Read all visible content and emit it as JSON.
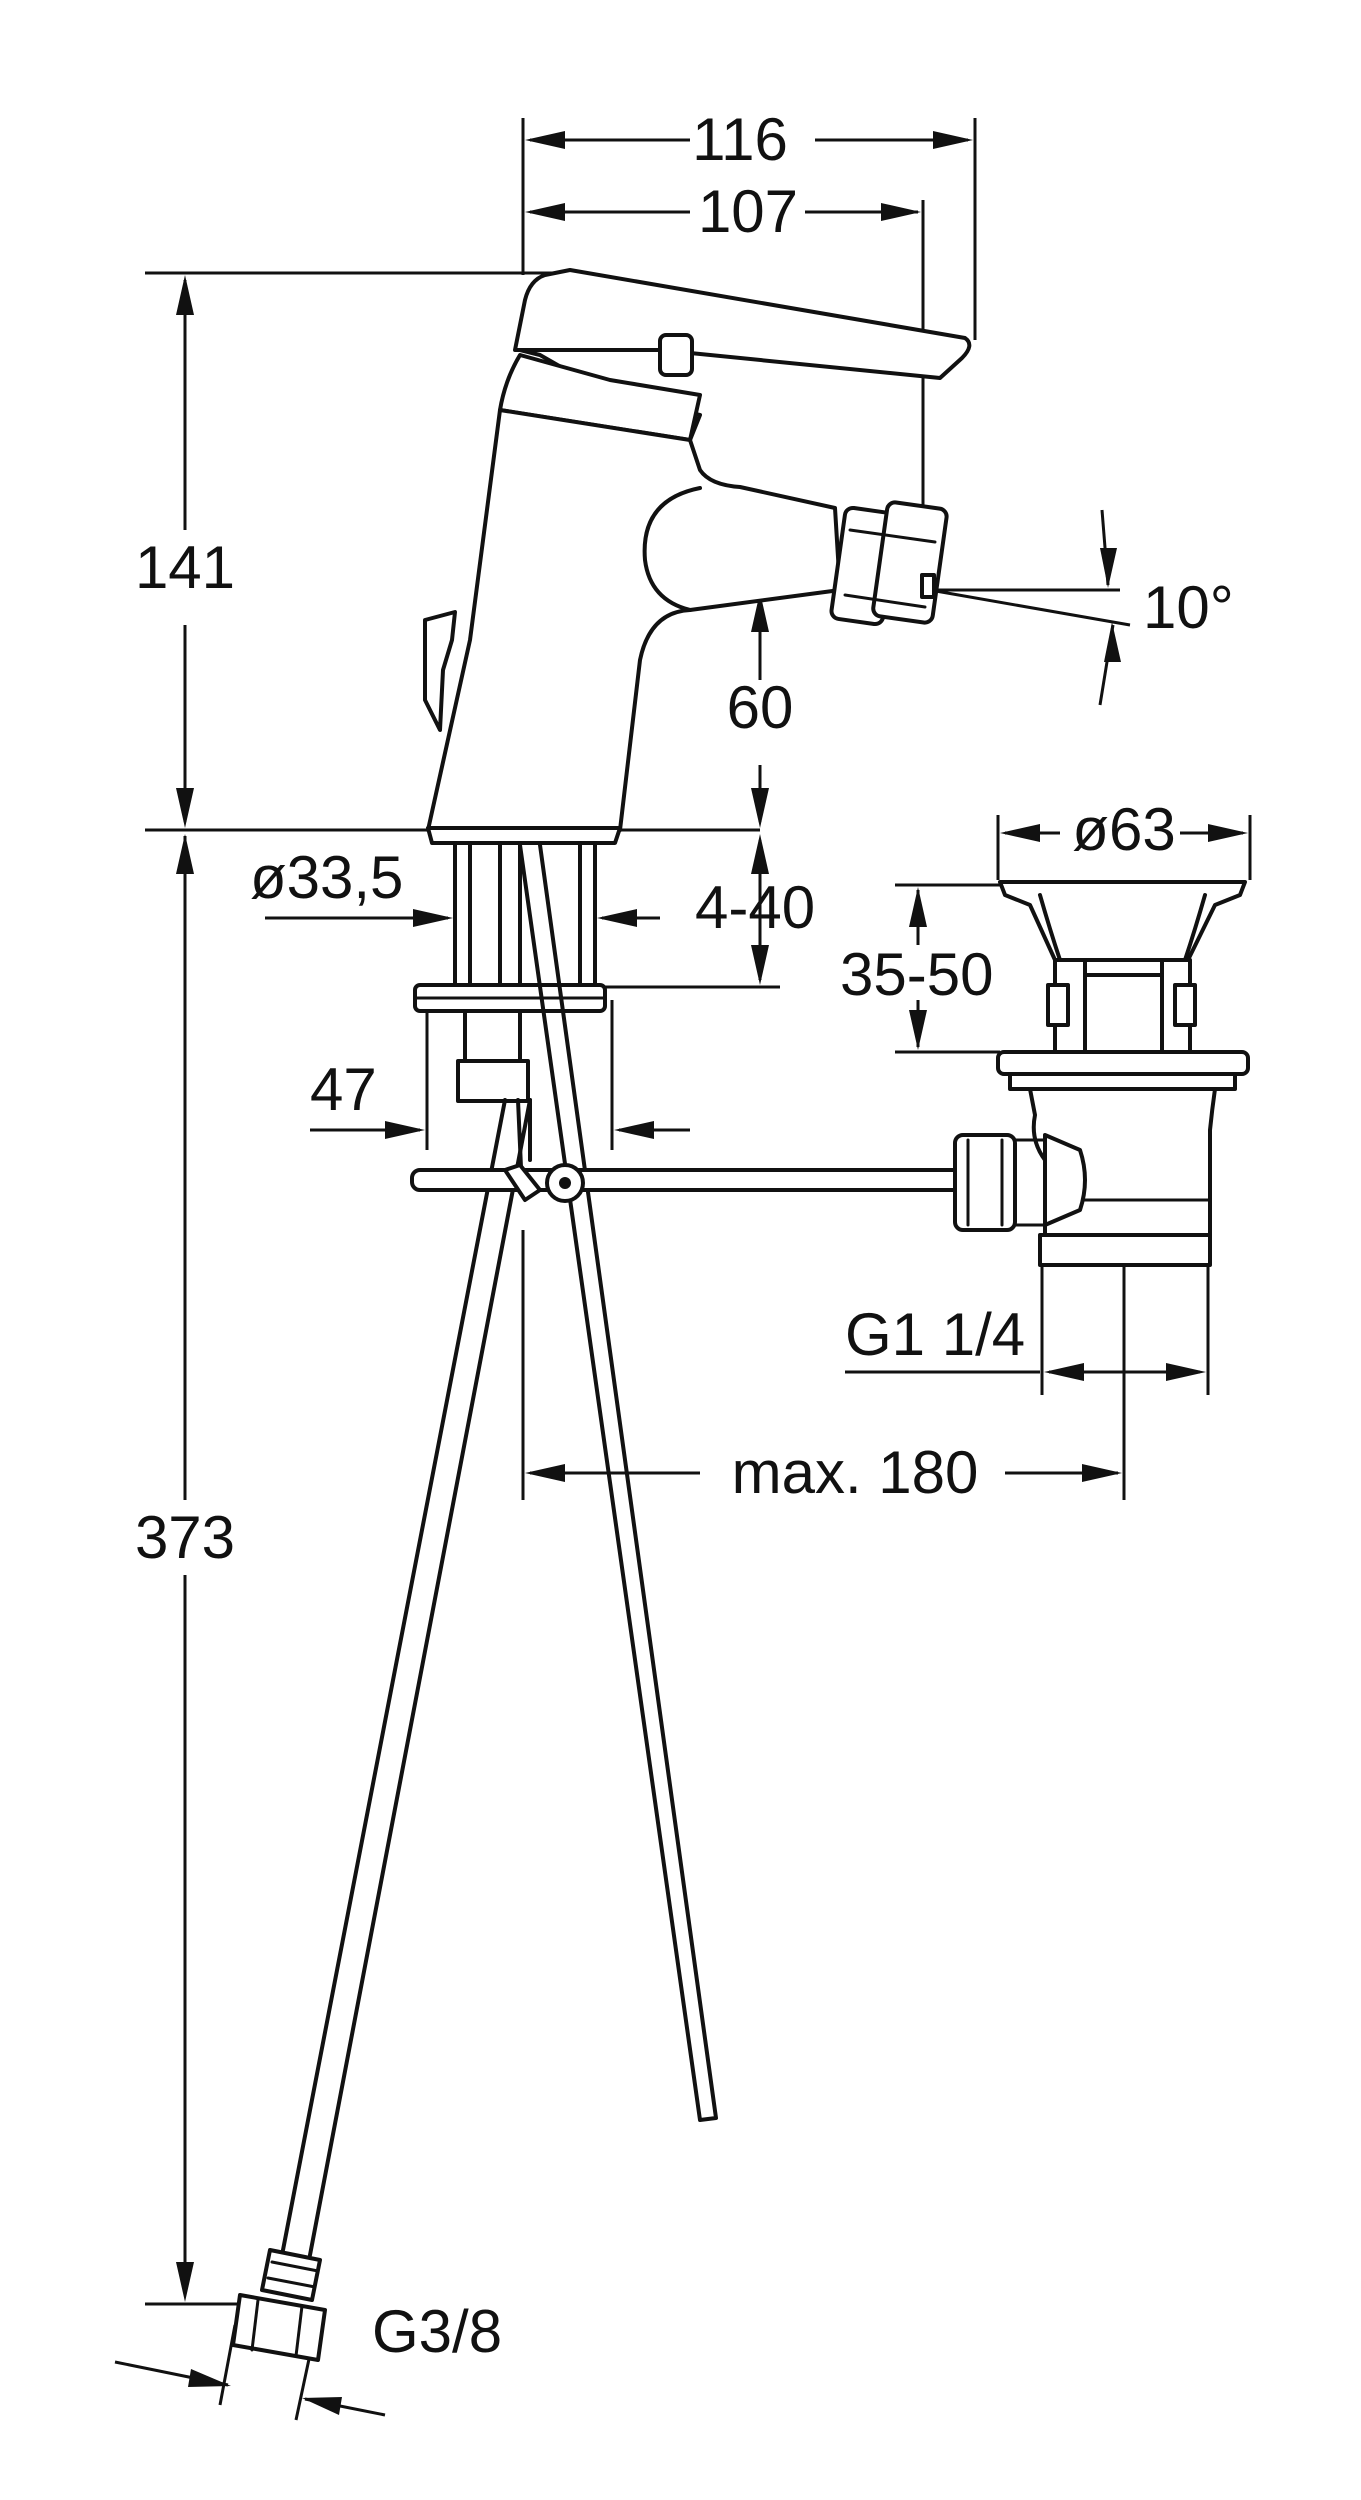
{
  "dimensions": {
    "overall_width": "116",
    "spout_reach": "107",
    "height_above_deck": "141",
    "spout_height": "60",
    "spout_angle": "10°",
    "deck_hole_diameter": "ø33,5",
    "deck_thickness": "4-40",
    "waste_flange_diameter": "ø63",
    "waste_deck_thickness": "35-50",
    "tap_offset": "47",
    "waste_thread": "G1 1/4",
    "pop_up_rod_length": "max. 180",
    "hose_length": "373",
    "hose_thread": "G3/8"
  }
}
